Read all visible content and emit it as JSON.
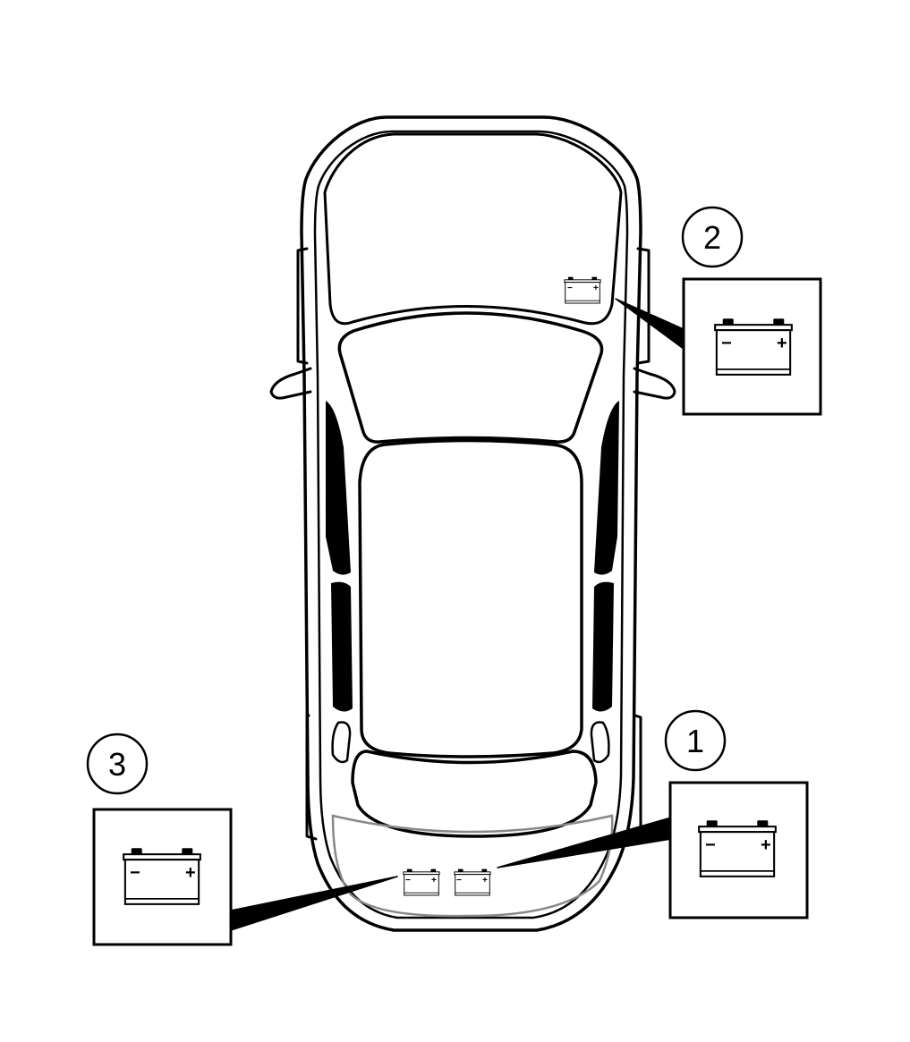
{
  "diagram": {
    "subject": "vehicle top view with battery locations",
    "colors": {
      "line": "#000000",
      "background": "#ffffff",
      "trunk_outline": "#888888"
    },
    "callouts": [
      {
        "id": "1",
        "label": "1"
      },
      {
        "id": "2",
        "label": "2"
      },
      {
        "id": "3",
        "label": "3"
      }
    ],
    "battery": {
      "icon": "car-battery-icon",
      "negative_label": "−",
      "positive_label": "+"
    }
  }
}
